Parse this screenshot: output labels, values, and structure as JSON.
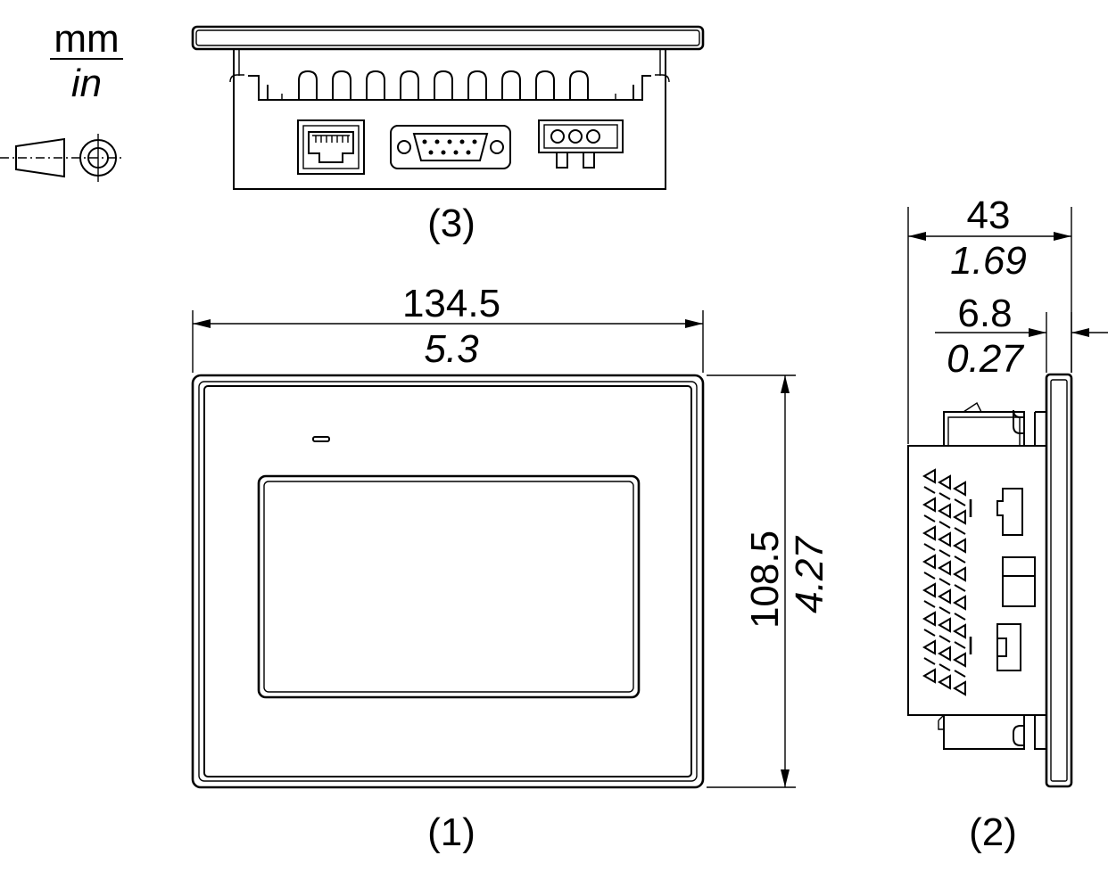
{
  "units": {
    "primary": "mm",
    "secondary": "in"
  },
  "views": {
    "front": {
      "label": "(1)"
    },
    "side": {
      "label": "(2)"
    },
    "top": {
      "label": "(3)"
    }
  },
  "dimensions": {
    "width": {
      "mm": "134.5",
      "in": "5.3"
    },
    "height": {
      "mm": "108.5",
      "in": "4.27"
    },
    "depth": {
      "mm": "43",
      "in": "1.69"
    },
    "bezel": {
      "mm": "6.8",
      "in": "0.27"
    }
  },
  "symbols": {
    "projection": "first-angle-projection-icon"
  },
  "colors": {
    "line": "#000000",
    "background": "#ffffff"
  }
}
